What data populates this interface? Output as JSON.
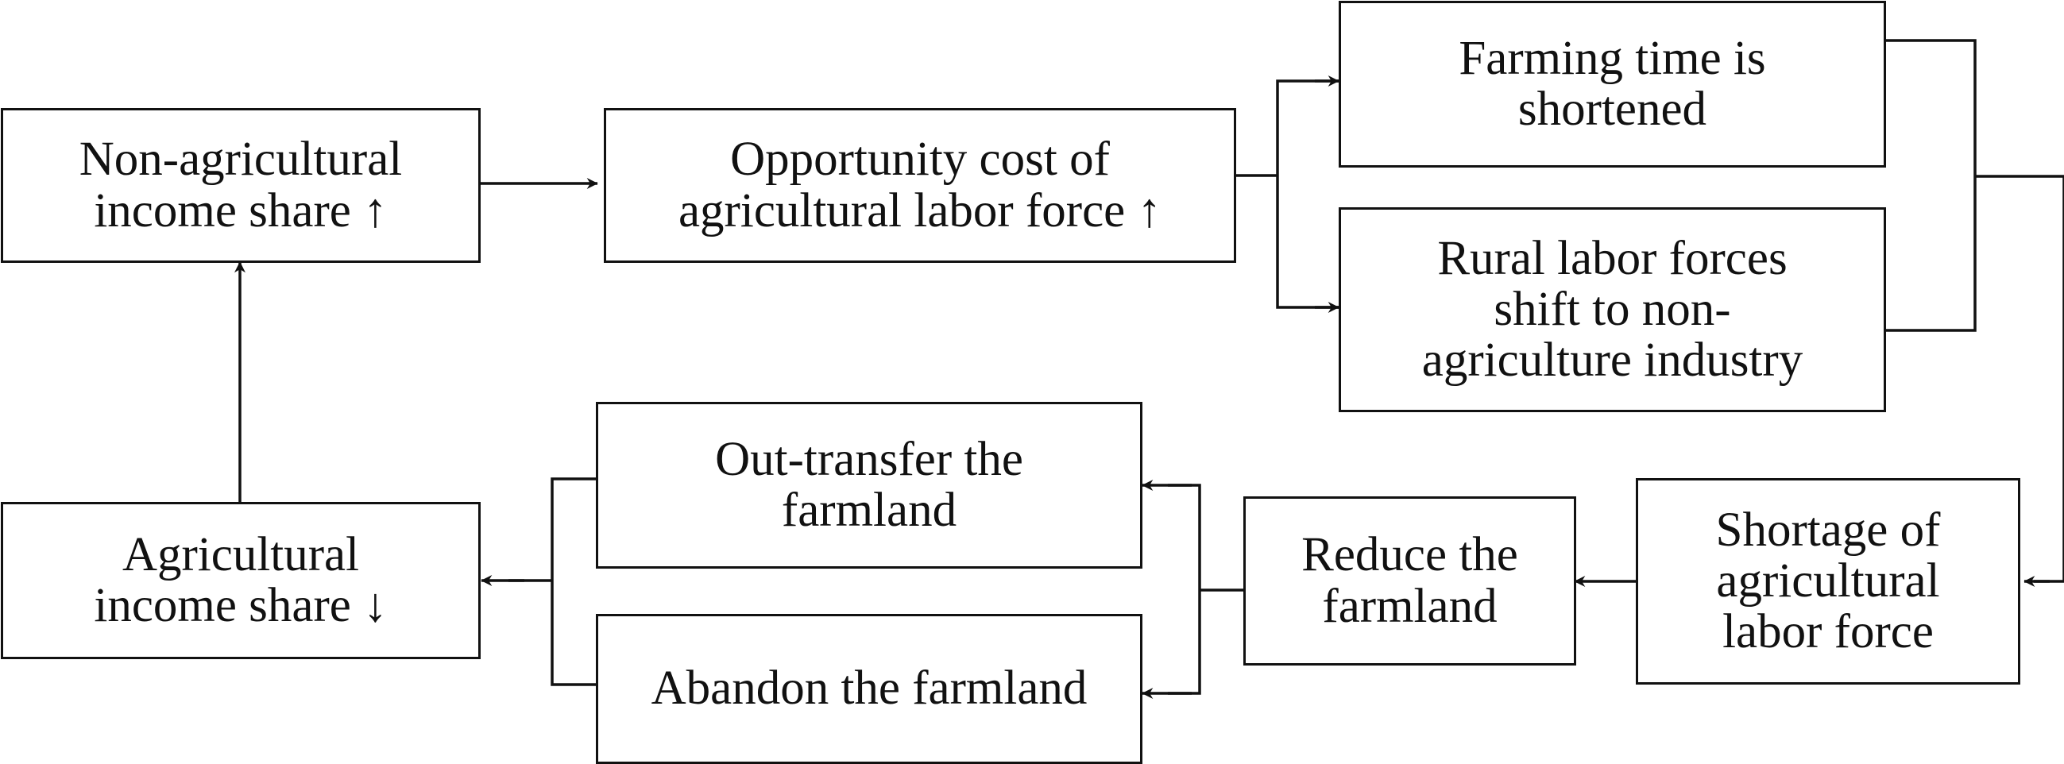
{
  "nodes": {
    "non_ag_income_share": "Non-agricultural\nincome share ↑",
    "opportunity_cost": "Opportunity cost of\nagricultural labor force ↑",
    "farming_time": "Farming time is\nshortened",
    "labor_shift": "Rural labor forces\nshift to non-\nagriculture industry",
    "labor_shortage": "Shortage of\nagricultural\nlabor force",
    "reduce_farmland": "Reduce the\nfarmland",
    "out_transfer": "Out-transfer the\nfarmland",
    "abandon": "Abandon the farmland",
    "ag_income_share": "Agricultural\nincome share ↓"
  },
  "colors": {
    "stroke": "#111111",
    "background": "#ffffff"
  }
}
